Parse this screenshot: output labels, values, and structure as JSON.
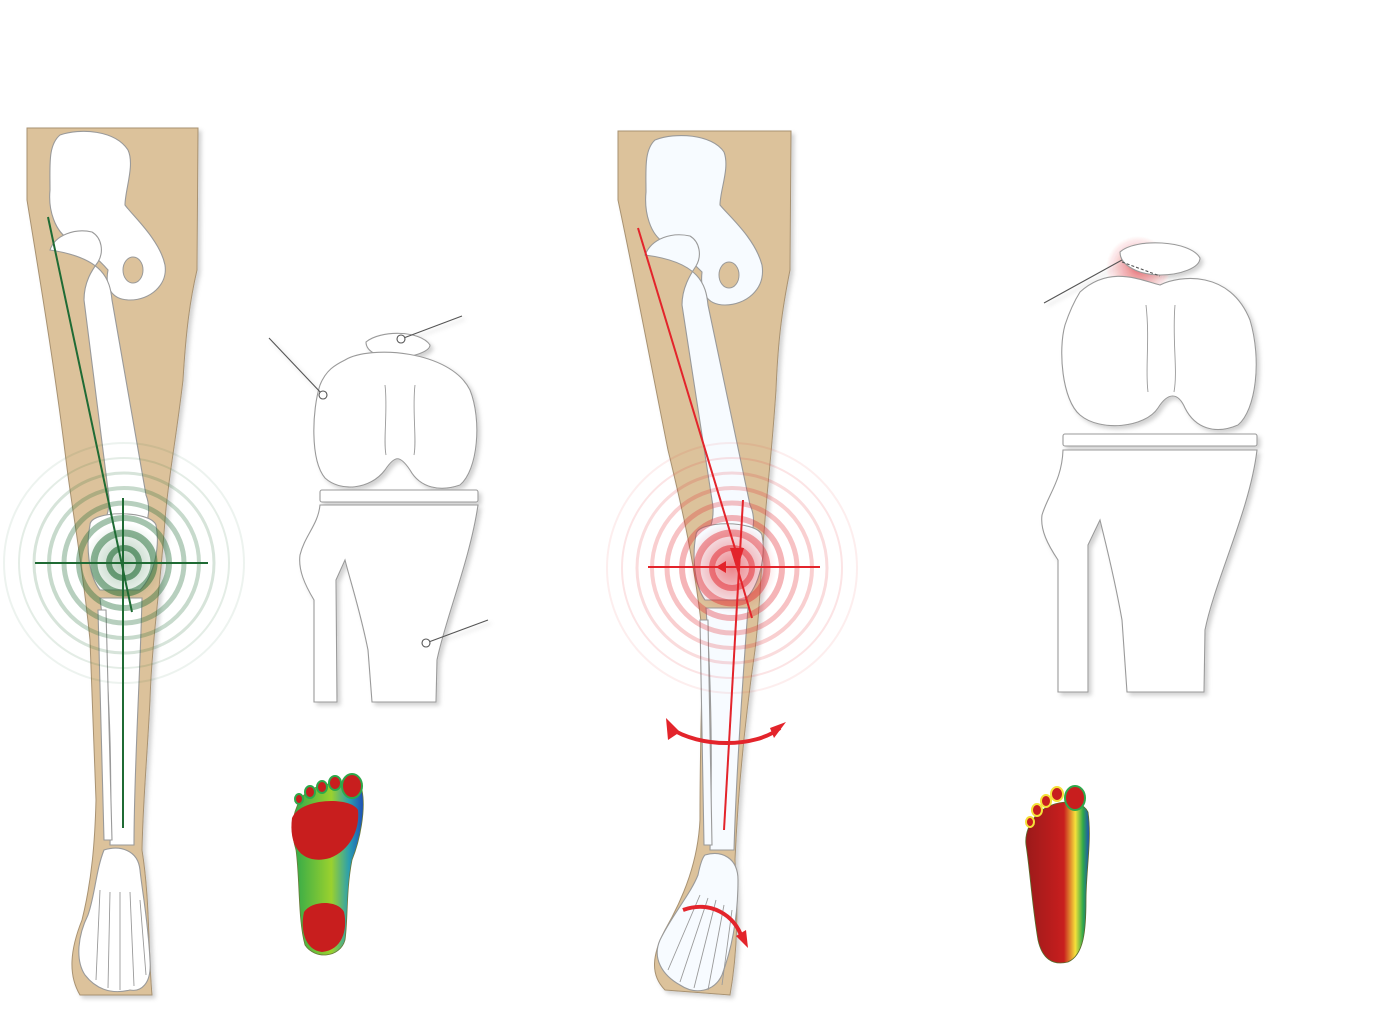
{
  "diagram": {
    "panels": [
      {
        "id": "normal",
        "alignment": "straight",
        "accent": "#1f6b34"
      },
      {
        "id": "misaligned",
        "alignment": "valgus",
        "accent": "#e3242b"
      }
    ],
    "colors": {
      "skin": "#dcc29b",
      "bone": "#ffffff",
      "outline": "#9a9a9a",
      "normal_axis": "#1f6b34",
      "problem_axis": "#e3242b",
      "pressure_high": "#c81e1e",
      "pressure_mid": "#2ea84a",
      "pressure_low": "#1d4fb8"
    },
    "icons": [
      "femur",
      "pelvis",
      "tibia",
      "fibula",
      "patella",
      "foot-skeleton",
      "pressure-map",
      "rotation-arrow"
    ]
  }
}
